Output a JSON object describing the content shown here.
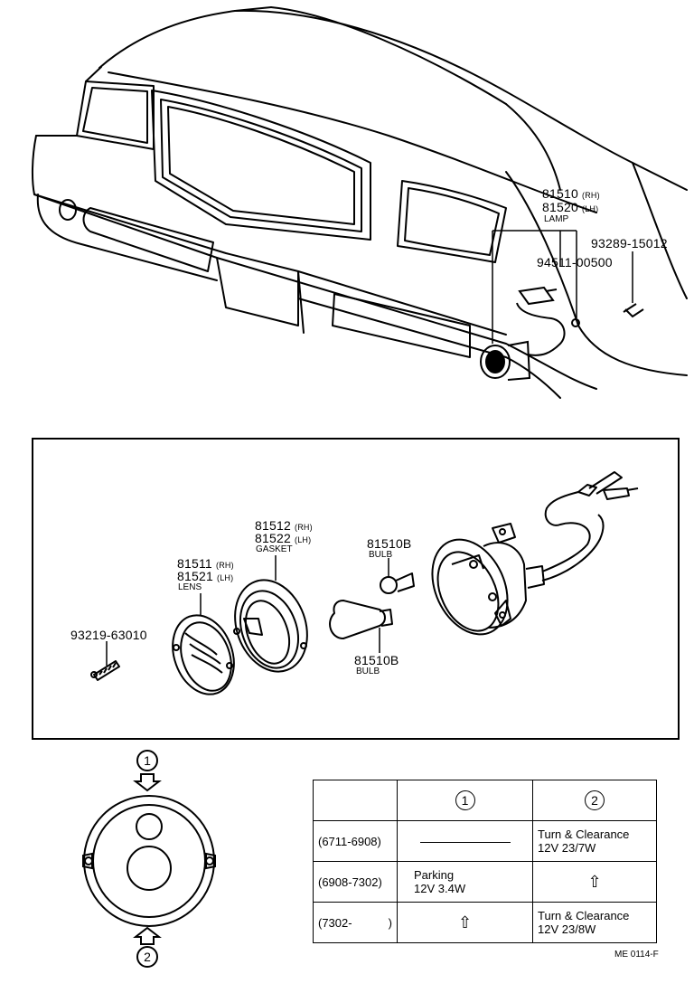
{
  "top": {
    "lamp_rh": "81510",
    "lamp_rh_side": "(RH)",
    "lamp_lh": "81520",
    "lamp_lh_side": "(LH)",
    "lamp_name": "LAMP",
    "nut": "94511-00500",
    "screw": "93289-15012"
  },
  "exploded": {
    "gasket_rh": "81512",
    "gasket_rh_side": "(RH)",
    "gasket_lh": "81522",
    "gasket_lh_side": "(LH)",
    "gasket_name": "GASKET",
    "lens_rh": "81511",
    "lens_rh_side": "(RH)",
    "lens_lh": "81521",
    "lens_lh_side": "(LH)",
    "lens_name": "LENS",
    "screw": "93219-63010",
    "bulb_top": "81510B",
    "bulb_top_name": "BULB",
    "bulb_bottom": "81510B",
    "bulb_bottom_name": "BULB"
  },
  "lens_view": {
    "marker_top": "1",
    "marker_bottom": "2"
  },
  "table": {
    "header": {
      "blank": "",
      "col1": "1",
      "col2": "2"
    },
    "rows": [
      {
        "code": "(6711-6908)",
        "col1": "",
        "col2_line1": "Turn & Clearance",
        "col2_line2": "12V 23/7W"
      },
      {
        "code": "(6908-7302)",
        "col1_line1": "Parking",
        "col1_line2": "12V 3.4W",
        "col2": "⇧"
      },
      {
        "code": "(7302-",
        "code_end": ")",
        "col1": "⇧",
        "col2_line1": "Turn & Clearance",
        "col2_line2": "12V 23/8W"
      }
    ]
  },
  "footer": {
    "code": "ME 0114-F"
  }
}
